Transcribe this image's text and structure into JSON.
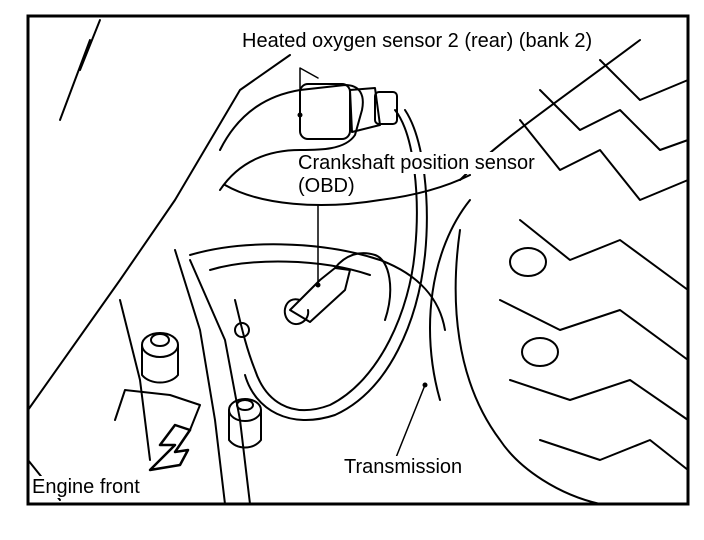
{
  "diagram": {
    "labels": {
      "o2_sensor": "Heated oxygen sensor 2 (rear) (bank 2)",
      "crank_line1": "Crankshaft position sensor",
      "crank_line2": "(OBD)",
      "transmission": "Transmission",
      "engine_front": "Engine front"
    },
    "colors": {
      "ink": "#000000",
      "paper": "#ffffff"
    }
  }
}
